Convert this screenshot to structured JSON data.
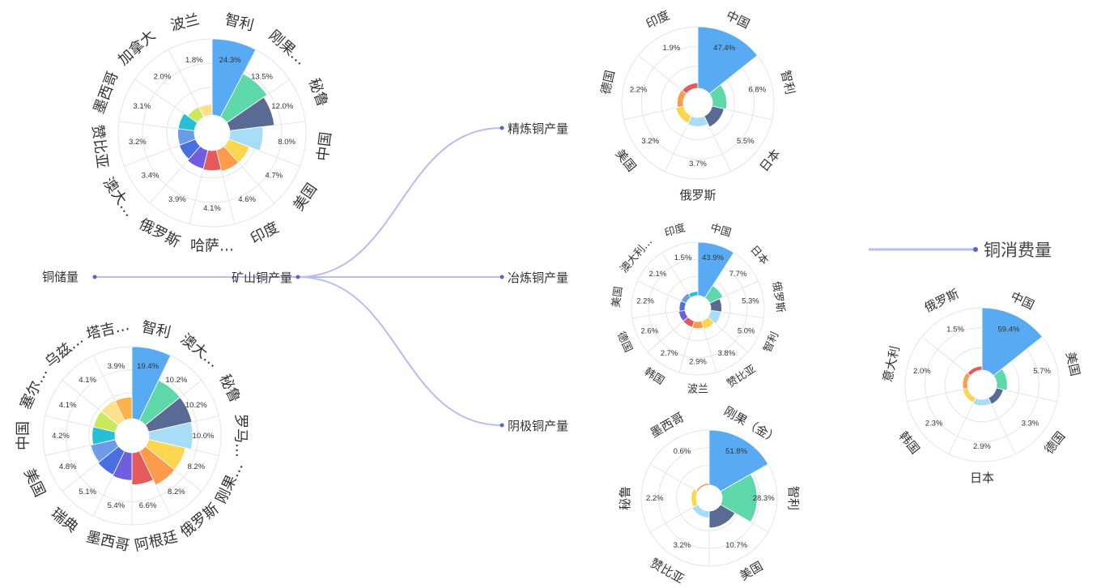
{
  "tree": {
    "reserves": "铜储量",
    "mine": "矿山铜产量",
    "refined": "精炼铜产量",
    "smelting": "冶炼铜产量",
    "cathode": "阴极铜产量",
    "consumption": "铜消费量"
  },
  "colors": {
    "link": "#b7bcf2",
    "dot": "#5563d6",
    "palette": [
      "#58abf3",
      "#5ed7a9",
      "#596a93",
      "#a8ddf8",
      "#fdd64f",
      "#fd9b4c",
      "#e55b5b",
      "#6f5ee0",
      "#4a6fe0",
      "#6c9be8",
      "#27bfd6",
      "#c9e85b",
      "#fde08c",
      "#fbb24c"
    ]
  },
  "chart_data": [
    {
      "id": "mine",
      "type": "rose",
      "categories": [
        "智利",
        "刚果…",
        "秘鲁",
        "中国",
        "美国",
        "印度",
        "哈萨…",
        "俄罗斯",
        "澳大…",
        "赞比亚",
        "墨西哥",
        "加拿大",
        "波兰"
      ],
      "values": [
        24.3,
        13.5,
        12.0,
        8.0,
        4.7,
        4.6,
        4.1,
        3.9,
        3.4,
        3.2,
        3.1,
        2.0,
        1.8
      ],
      "labels": [
        "24.3%",
        "13.5%",
        "12.0%",
        "8.0%",
        "4.7%",
        "4.6%",
        "4.1%",
        "3.9%",
        "3.4%",
        "3.2%",
        "3.1%",
        "2.0%",
        "1.8%"
      ]
    },
    {
      "id": "reserves",
      "type": "rose",
      "categories": [
        "智利",
        "澳大…",
        "秘鲁",
        "罗马…",
        "刚果…",
        "俄罗斯",
        "阿根廷",
        "墨西哥",
        "瑞典",
        "美国",
        "中国",
        "塞尔…",
        "乌兹…",
        "塔吉…"
      ],
      "values": [
        19.4,
        10.2,
        10.2,
        10.0,
        8.2,
        8.2,
        6.6,
        5.4,
        5.1,
        4.8,
        4.2,
        4.1,
        4.1,
        3.9
      ],
      "labels": [
        "19.4%",
        "10.2%",
        "10.2%",
        "10.0%",
        "8.2%",
        "8.2%",
        "6.6%",
        "5.4%",
        "5.1%",
        "4.8%",
        "4.2%",
        "4.1%",
        "4.1%",
        "3.9%"
      ]
    },
    {
      "id": "refined",
      "type": "rose",
      "categories": [
        "中国",
        "智利",
        "日本",
        "俄罗斯",
        "美国",
        "德国",
        "印度"
      ],
      "values": [
        47.4,
        6.8,
        5.5,
        3.7,
        3.2,
        2.2,
        1.9
      ],
      "labels": [
        "47.4%",
        "6.8%",
        "5.5%",
        "3.7%",
        "3.2%",
        "2.2%",
        "1.9%"
      ]
    },
    {
      "id": "smelting",
      "type": "rose",
      "categories": [
        "中国",
        "日本",
        "俄罗斯",
        "智利",
        "赞比亚",
        "波兰",
        "韩国",
        "德国",
        "美国",
        "澳大利…",
        "印度"
      ],
      "values": [
        43.9,
        7.7,
        5.3,
        5.0,
        3.8,
        2.9,
        2.7,
        2.6,
        2.2,
        2.1,
        1.5
      ],
      "labels": [
        "43.9%",
        "7.7%",
        "5.3%",
        "5.0%",
        "3.8%",
        "2.9%",
        "2.7%",
        "2.6%",
        "2.2%",
        "2.1%",
        "1.5%"
      ]
    },
    {
      "id": "cathode",
      "type": "rose",
      "categories": [
        "刚果（金）",
        "智利",
        "美国",
        "赞比亚",
        "秘鲁",
        "墨西哥"
      ],
      "values": [
        51.8,
        28.3,
        10.7,
        3.2,
        2.2,
        0.6
      ],
      "labels": [
        "51.8%",
        "28.3%",
        "10.7%",
        "3.2%",
        "2.2%",
        "0.6%"
      ]
    },
    {
      "id": "consumption",
      "type": "rose",
      "categories": [
        "中国",
        "美国",
        "德国",
        "日本",
        "韩国",
        "意大利",
        "俄罗斯"
      ],
      "values": [
        59.4,
        5.7,
        3.3,
        2.9,
        2.3,
        2.0,
        1.5
      ],
      "labels": [
        "59.4%",
        "5.7%",
        "3.3%",
        "2.9%",
        "2.3%",
        "2.0%",
        "1.5%"
      ]
    }
  ]
}
